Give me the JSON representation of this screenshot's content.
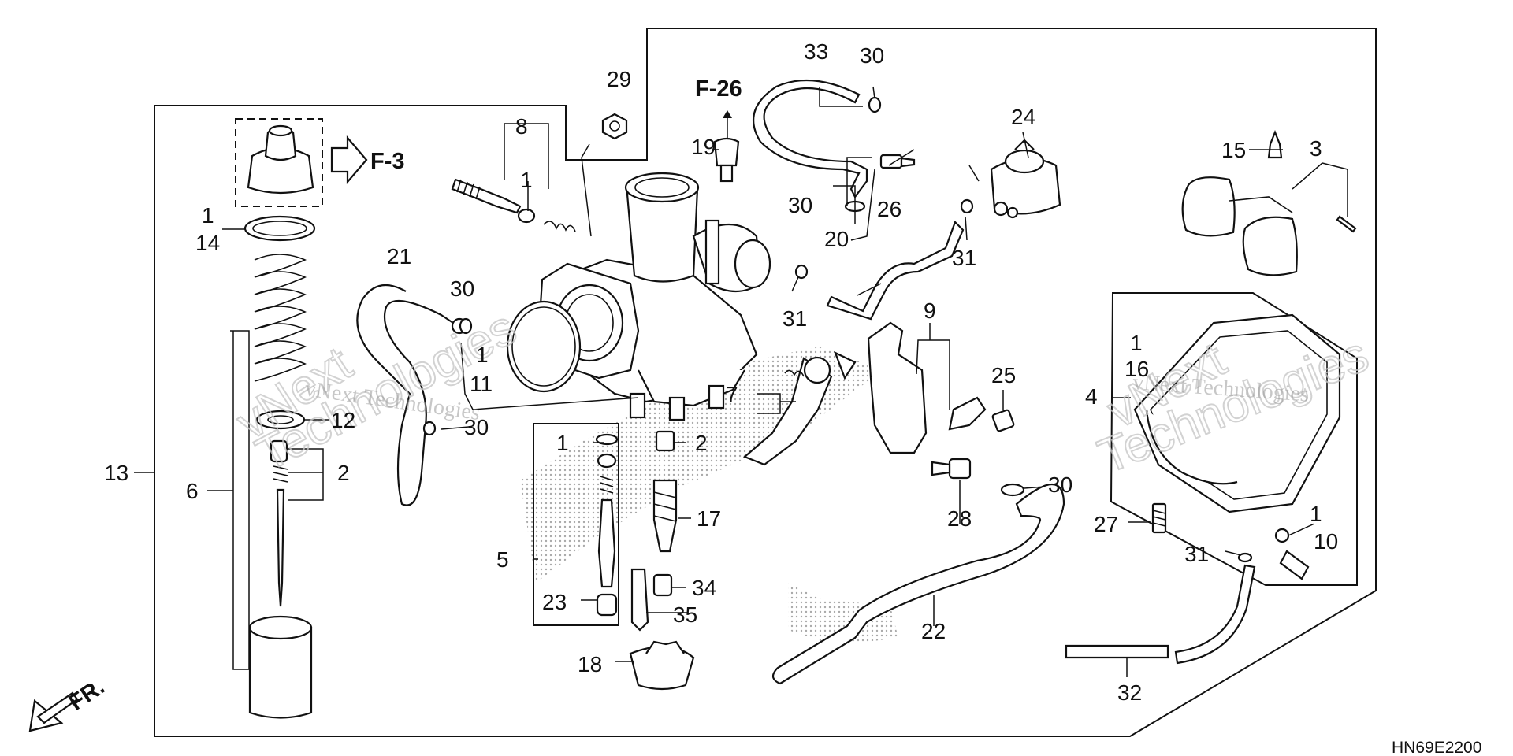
{
  "diagram_code": "HN69E2200",
  "references": {
    "f3": "F-3",
    "f26": "F-26",
    "front": "FR."
  },
  "watermark": {
    "line1": "vNext Technologies",
    "brand_a": "vNext",
    "brand_b": "Technologies"
  },
  "callouts": {
    "c1": "1",
    "c2": "2",
    "c3": "3",
    "c4": "4",
    "c5": "5",
    "c6": "6",
    "c7": "7",
    "c8": "8",
    "c9": "9",
    "c10": "10",
    "c11": "11",
    "c12": "12",
    "c13": "13",
    "c14": "14",
    "c15": "15",
    "c16": "16",
    "c17": "17",
    "c18": "18",
    "c19": "19",
    "c20": "20",
    "c21": "21",
    "c22": "22",
    "c23": "23",
    "c24": "24",
    "c25": "25",
    "c26": "26",
    "c27": "27",
    "c28": "28",
    "c29": "29",
    "c30": "30",
    "c31": "31",
    "c32": "32",
    "c33": "33",
    "c34": "34",
    "c35": "35"
  }
}
